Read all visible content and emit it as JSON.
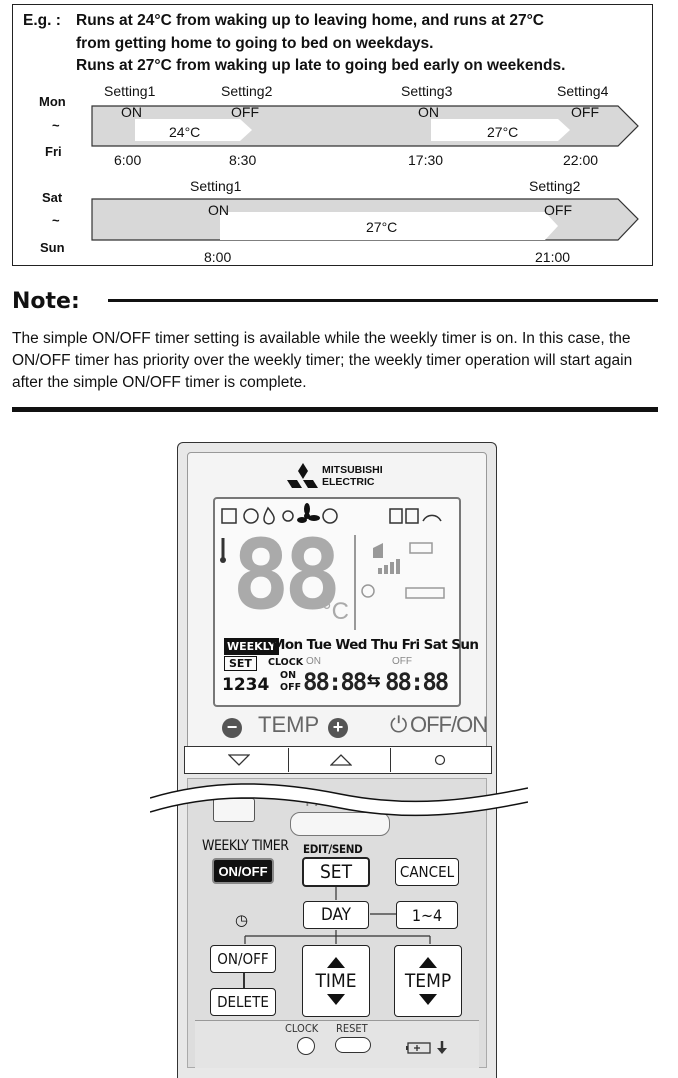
{
  "example": {
    "prefix": "E.g. :",
    "line1": "Runs at 24°C from waking up to leaving home, and runs at 27°C",
    "line2": "from getting home to going to bed on weekdays.",
    "line3": "Runs at 27°C from waking up late to going bed early on weekends.",
    "weekday": {
      "day_start": "Mon",
      "tilde": "~",
      "day_end": "Fri",
      "settings": [
        "Setting1",
        "Setting2",
        "Setting3",
        "Setting4"
      ],
      "states": [
        "ON",
        "OFF",
        "ON",
        "OFF"
      ],
      "temps": [
        "24°C",
        "27°C"
      ],
      "times": [
        "6:00",
        "8:30",
        "17:30",
        "22:00"
      ]
    },
    "weekend": {
      "day_start": "Sat",
      "tilde": "~",
      "day_end": "Sun",
      "settings": [
        "Setting1",
        "Setting2"
      ],
      "states": [
        "ON",
        "OFF"
      ],
      "temps": [
        "27°C"
      ],
      "times": [
        "8:00",
        "21:00"
      ]
    }
  },
  "note": {
    "title": "Note:",
    "text": "The simple ON/OFF timer setting is available while the weekly timer is on. In this case, the ON/OFF timer has priority over the weekly timer; the weekly timer operation will start again after the simple ON/OFF timer is complete."
  },
  "remote": {
    "brand_line1": "MITSUBISHI",
    "brand_line2": "ELECTRIC",
    "lcd": {
      "temp_digits": "88",
      "unit": "°C",
      "weekly": "WEEKLY",
      "days": "Mon Tue Wed Thu Fri Sat Sun",
      "set": "SET",
      "clock": "CLOCK",
      "on_label": "ON",
      "off_label": "OFF",
      "nums": "1234",
      "timer_on": "ON",
      "timer_off": "OFF",
      "time1": "88:88",
      "time2": "88:88"
    },
    "temp_label": "TEMP",
    "offon_label": "OFF/ON",
    "fan_label": "FAN",
    "weekly_timer_label": "WEEKLY TIMER",
    "edit_send_label": "EDIT/SEND",
    "buttons": {
      "weekly_onoff": "ON/OFF",
      "set": "SET",
      "cancel": "CANCEL",
      "day": "DAY",
      "range": "1~4",
      "timer_onoff": "ON/OFF",
      "delete": "DELETE",
      "time": "TIME",
      "temp": "TEMP"
    },
    "clock_label": "CLOCK",
    "reset_label": "RESET"
  }
}
